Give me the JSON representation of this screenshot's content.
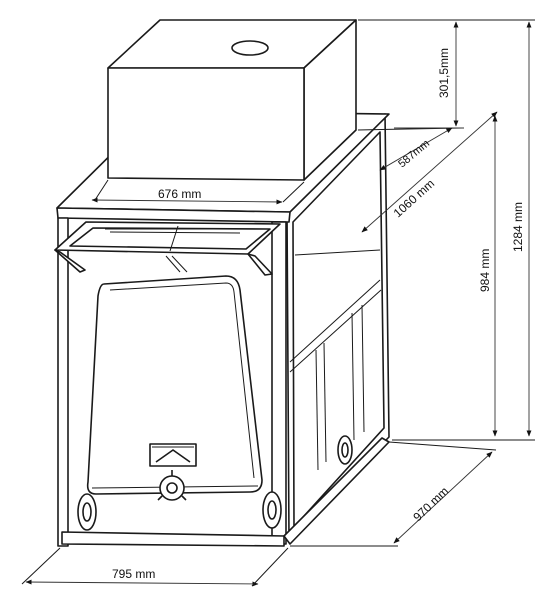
{
  "dimensions": {
    "lid_width": "676 mm",
    "lid_height": "301,5mm",
    "lid_depth": "587mm",
    "diagonal": "1060 mm",
    "cabinet_height": "984 mm",
    "total_height": "1284 mm",
    "depth": "970 mm",
    "width": "795 mm"
  }
}
